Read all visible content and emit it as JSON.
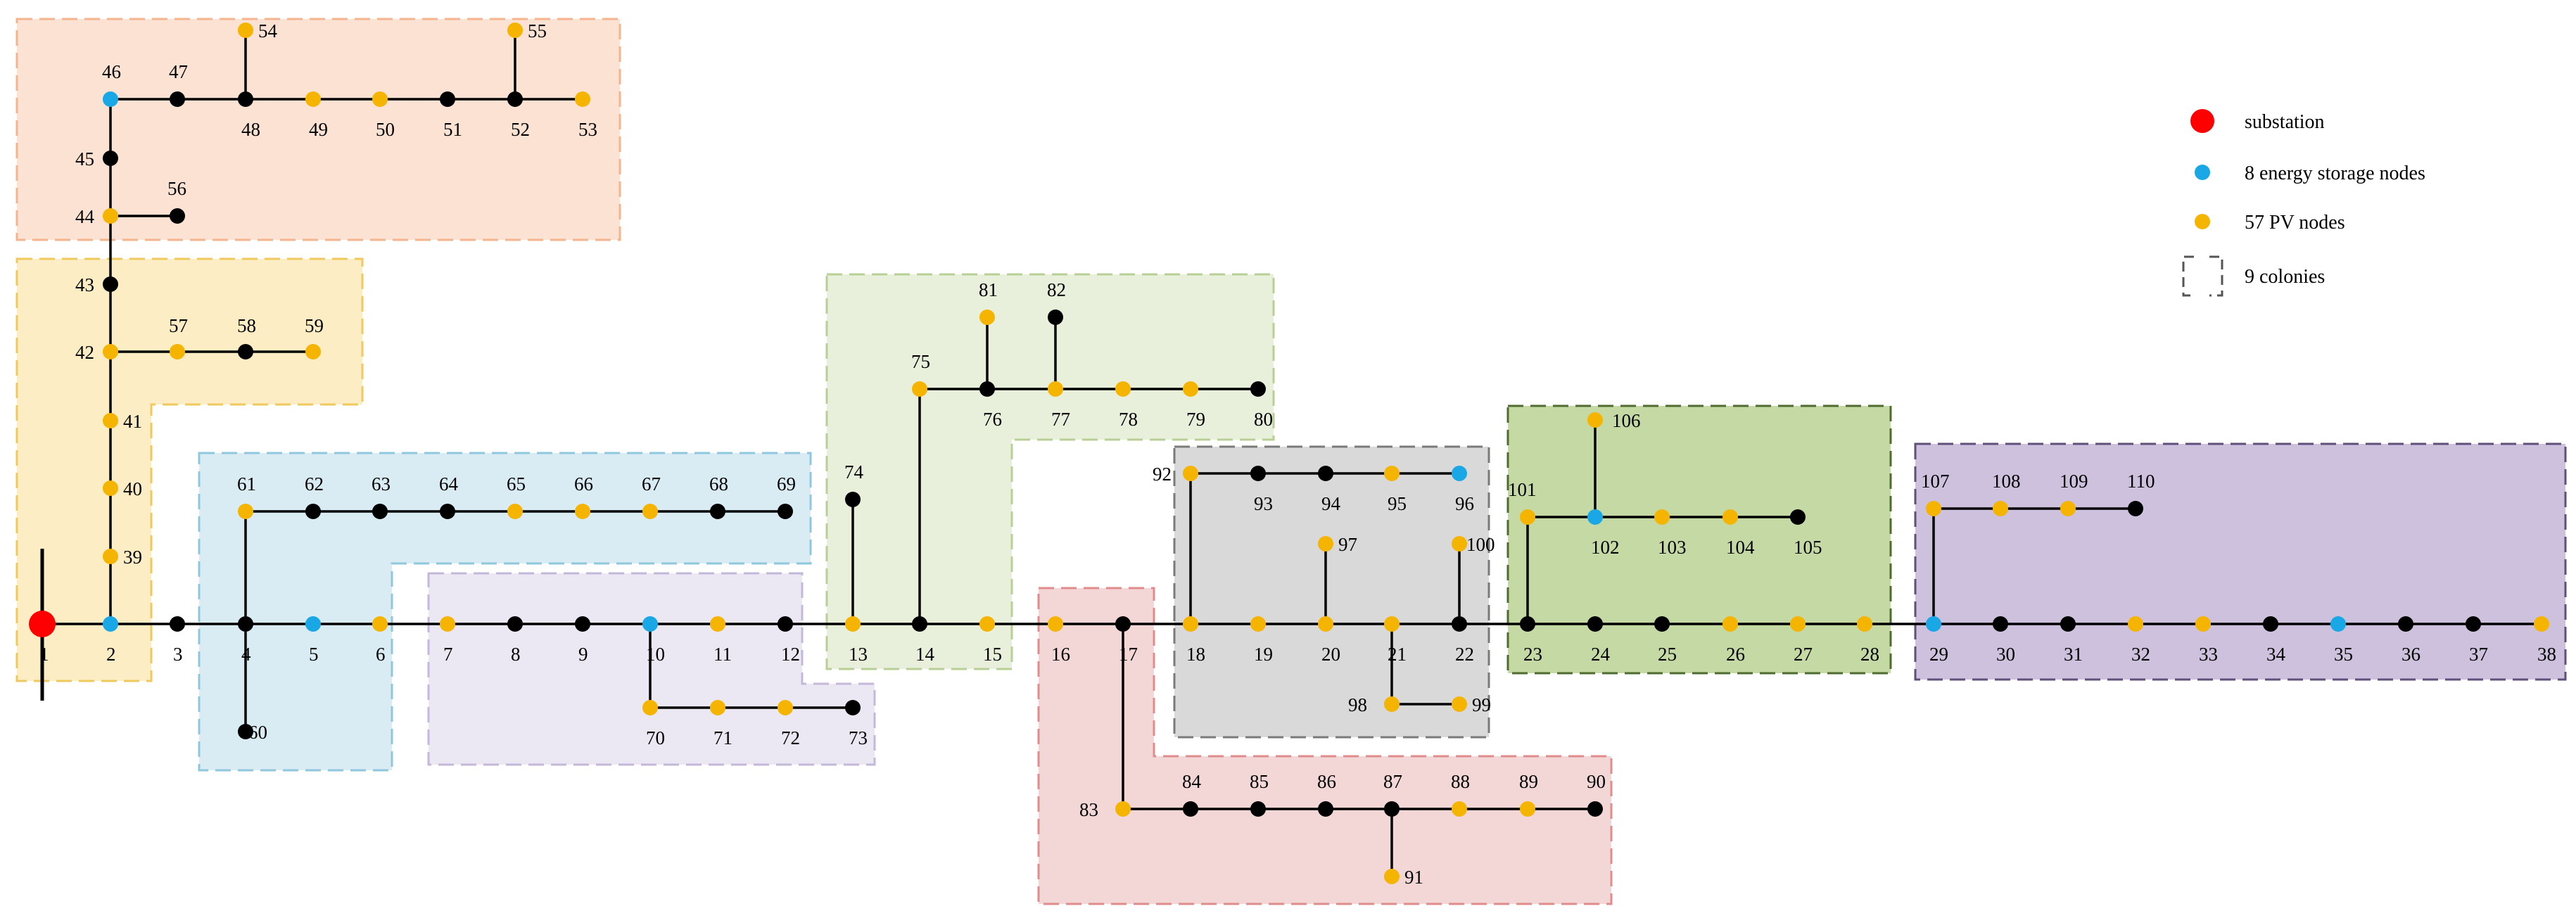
{
  "colors": {
    "substation": "#ff0000",
    "storage": "#1aa7e6",
    "pv": "#f5b400",
    "normal": "#000000",
    "line": "#000000"
  },
  "legend": {
    "substation": "substation",
    "storage": "8 energy storage nodes",
    "pv": "57 PV nodes",
    "colony": "9 colonies"
  },
  "colonies": [
    {
      "id": "colony-1",
      "fill": "#fbe2d2",
      "stroke": "#f3b48e"
    },
    {
      "id": "colony-2",
      "fill": "#fdedc4",
      "stroke": "#f0c95c"
    },
    {
      "id": "colony-3",
      "fill": "#d9ecf4",
      "stroke": "#8fc7de"
    },
    {
      "id": "colony-4",
      "fill": "#ebe7f3",
      "stroke": "#c4b8da"
    },
    {
      "id": "colony-5",
      "fill": "#e8f0dc",
      "stroke": "#b8cf95"
    },
    {
      "id": "colony-6",
      "fill": "#f3d7d7",
      "stroke": "#e08c8c"
    },
    {
      "id": "colony-7",
      "fill": "#d9d9d9",
      "stroke": "#7a7a7a"
    },
    {
      "id": "colony-8",
      "fill": "#c5d9a4",
      "stroke": "#4f6b30"
    },
    {
      "id": "colony-9",
      "fill": "#cdc1dd",
      "stroke": "#5f4f7a"
    }
  ],
  "nodes": [
    {
      "id": "1",
      "type": "substation"
    },
    {
      "id": "2",
      "type": "storage"
    },
    {
      "id": "3",
      "type": "normal"
    },
    {
      "id": "4",
      "type": "normal"
    },
    {
      "id": "5",
      "type": "storage"
    },
    {
      "id": "6",
      "type": "pv"
    },
    {
      "id": "7",
      "type": "pv"
    },
    {
      "id": "8",
      "type": "normal"
    },
    {
      "id": "9",
      "type": "normal"
    },
    {
      "id": "10",
      "type": "storage"
    },
    {
      "id": "11",
      "type": "pv"
    },
    {
      "id": "12",
      "type": "normal"
    },
    {
      "id": "13",
      "type": "pv"
    },
    {
      "id": "14",
      "type": "normal"
    },
    {
      "id": "15",
      "type": "pv"
    },
    {
      "id": "16",
      "type": "pv"
    },
    {
      "id": "17",
      "type": "normal"
    },
    {
      "id": "18",
      "type": "pv"
    },
    {
      "id": "19",
      "type": "pv"
    },
    {
      "id": "20",
      "type": "pv"
    },
    {
      "id": "21",
      "type": "pv"
    },
    {
      "id": "22",
      "type": "normal"
    },
    {
      "id": "23",
      "type": "normal"
    },
    {
      "id": "24",
      "type": "normal"
    },
    {
      "id": "25",
      "type": "normal"
    },
    {
      "id": "26",
      "type": "pv"
    },
    {
      "id": "27",
      "type": "pv"
    },
    {
      "id": "28",
      "type": "pv"
    },
    {
      "id": "29",
      "type": "storage"
    },
    {
      "id": "30",
      "type": "normal"
    },
    {
      "id": "31",
      "type": "normal"
    },
    {
      "id": "32",
      "type": "pv"
    },
    {
      "id": "33",
      "type": "pv"
    },
    {
      "id": "34",
      "type": "normal"
    },
    {
      "id": "35",
      "type": "storage"
    },
    {
      "id": "36",
      "type": "normal"
    },
    {
      "id": "37",
      "type": "normal"
    },
    {
      "id": "38",
      "type": "pv"
    },
    {
      "id": "39",
      "type": "pv"
    },
    {
      "id": "40",
      "type": "pv"
    },
    {
      "id": "41",
      "type": "pv"
    },
    {
      "id": "42",
      "type": "pv"
    },
    {
      "id": "43",
      "type": "normal"
    },
    {
      "id": "44",
      "type": "pv"
    },
    {
      "id": "45",
      "type": "normal"
    },
    {
      "id": "46",
      "type": "storage"
    },
    {
      "id": "47",
      "type": "normal"
    },
    {
      "id": "48",
      "type": "normal"
    },
    {
      "id": "49",
      "type": "pv"
    },
    {
      "id": "50",
      "type": "pv"
    },
    {
      "id": "51",
      "type": "normal"
    },
    {
      "id": "52",
      "type": "normal"
    },
    {
      "id": "53",
      "type": "pv"
    },
    {
      "id": "54",
      "type": "pv"
    },
    {
      "id": "55",
      "type": "pv"
    },
    {
      "id": "56",
      "type": "normal"
    },
    {
      "id": "57",
      "type": "pv"
    },
    {
      "id": "58",
      "type": "normal"
    },
    {
      "id": "59",
      "type": "pv"
    },
    {
      "id": "60",
      "type": "normal"
    },
    {
      "id": "61",
      "type": "pv"
    },
    {
      "id": "62",
      "type": "normal"
    },
    {
      "id": "63",
      "type": "normal"
    },
    {
      "id": "64",
      "type": "normal"
    },
    {
      "id": "65",
      "type": "pv"
    },
    {
      "id": "66",
      "type": "pv"
    },
    {
      "id": "67",
      "type": "pv"
    },
    {
      "id": "68",
      "type": "normal"
    },
    {
      "id": "69",
      "type": "normal"
    },
    {
      "id": "70",
      "type": "pv"
    },
    {
      "id": "71",
      "type": "pv"
    },
    {
      "id": "72",
      "type": "pv"
    },
    {
      "id": "73",
      "type": "normal"
    },
    {
      "id": "74",
      "type": "normal"
    },
    {
      "id": "75",
      "type": "pv"
    },
    {
      "id": "76",
      "type": "normal"
    },
    {
      "id": "77",
      "type": "pv"
    },
    {
      "id": "78",
      "type": "pv"
    },
    {
      "id": "79",
      "type": "pv"
    },
    {
      "id": "80",
      "type": "normal"
    },
    {
      "id": "81",
      "type": "pv"
    },
    {
      "id": "82",
      "type": "normal"
    },
    {
      "id": "83",
      "type": "pv"
    },
    {
      "id": "84",
      "type": "normal"
    },
    {
      "id": "85",
      "type": "normal"
    },
    {
      "id": "86",
      "type": "normal"
    },
    {
      "id": "87",
      "type": "normal"
    },
    {
      "id": "88",
      "type": "pv"
    },
    {
      "id": "89",
      "type": "pv"
    },
    {
      "id": "90",
      "type": "normal"
    },
    {
      "id": "91",
      "type": "pv"
    },
    {
      "id": "92",
      "type": "pv"
    },
    {
      "id": "93",
      "type": "normal"
    },
    {
      "id": "94",
      "type": "normal"
    },
    {
      "id": "95",
      "type": "pv"
    },
    {
      "id": "96",
      "type": "storage"
    },
    {
      "id": "97",
      "type": "pv"
    },
    {
      "id": "98",
      "type": "pv"
    },
    {
      "id": "99",
      "type": "pv"
    },
    {
      "id": "100",
      "type": "pv"
    },
    {
      "id": "101",
      "type": "pv"
    },
    {
      "id": "102",
      "type": "storage"
    },
    {
      "id": "103",
      "type": "pv"
    },
    {
      "id": "104",
      "type": "pv"
    },
    {
      "id": "105",
      "type": "normal"
    },
    {
      "id": "106",
      "type": "pv"
    },
    {
      "id": "107",
      "type": "pv"
    },
    {
      "id": "108",
      "type": "pv"
    },
    {
      "id": "109",
      "type": "pv"
    },
    {
      "id": "110",
      "type": "normal"
    }
  ],
  "edges": [
    [
      "1",
      "2"
    ],
    [
      "2",
      "3"
    ],
    [
      "3",
      "4"
    ],
    [
      "4",
      "5"
    ],
    [
      "5",
      "6"
    ],
    [
      "6",
      "7"
    ],
    [
      "7",
      "8"
    ],
    [
      "8",
      "9"
    ],
    [
      "9",
      "10"
    ],
    [
      "10",
      "11"
    ],
    [
      "11",
      "12"
    ],
    [
      "12",
      "13"
    ],
    [
      "13",
      "14"
    ],
    [
      "14",
      "15"
    ],
    [
      "15",
      "16"
    ],
    [
      "16",
      "17"
    ],
    [
      "17",
      "18"
    ],
    [
      "18",
      "19"
    ],
    [
      "19",
      "20"
    ],
    [
      "20",
      "21"
    ],
    [
      "21",
      "22"
    ],
    [
      "22",
      "23"
    ],
    [
      "23",
      "24"
    ],
    [
      "24",
      "25"
    ],
    [
      "25",
      "26"
    ],
    [
      "26",
      "27"
    ],
    [
      "27",
      "28"
    ],
    [
      "28",
      "29"
    ],
    [
      "29",
      "30"
    ],
    [
      "30",
      "31"
    ],
    [
      "31",
      "32"
    ],
    [
      "32",
      "33"
    ],
    [
      "33",
      "34"
    ],
    [
      "34",
      "35"
    ],
    [
      "35",
      "36"
    ],
    [
      "36",
      "37"
    ],
    [
      "37",
      "38"
    ],
    [
      "2",
      "39"
    ],
    [
      "39",
      "40"
    ],
    [
      "40",
      "41"
    ],
    [
      "41",
      "42"
    ],
    [
      "42",
      "43"
    ],
    [
      "43",
      "44"
    ],
    [
      "44",
      "45"
    ],
    [
      "45",
      "46"
    ],
    [
      "46",
      "47"
    ],
    [
      "47",
      "48"
    ],
    [
      "48",
      "49"
    ],
    [
      "49",
      "50"
    ],
    [
      "50",
      "51"
    ],
    [
      "51",
      "52"
    ],
    [
      "52",
      "53"
    ],
    [
      "48",
      "54"
    ],
    [
      "52",
      "55"
    ],
    [
      "44",
      "56"
    ],
    [
      "42",
      "57"
    ],
    [
      "57",
      "58"
    ],
    [
      "58",
      "59"
    ],
    [
      "4",
      "60"
    ],
    [
      "4",
      "61"
    ],
    [
      "61",
      "62"
    ],
    [
      "62",
      "63"
    ],
    [
      "63",
      "64"
    ],
    [
      "64",
      "65"
    ],
    [
      "65",
      "66"
    ],
    [
      "66",
      "67"
    ],
    [
      "67",
      "68"
    ],
    [
      "68",
      "69"
    ],
    [
      "10",
      "70"
    ],
    [
      "70",
      "71"
    ],
    [
      "71",
      "72"
    ],
    [
      "72",
      "73"
    ],
    [
      "13",
      "74"
    ],
    [
      "14",
      "75"
    ],
    [
      "75",
      "76"
    ],
    [
      "76",
      "77"
    ],
    [
      "77",
      "78"
    ],
    [
      "78",
      "79"
    ],
    [
      "79",
      "80"
    ],
    [
      "76",
      "81"
    ],
    [
      "77",
      "82"
    ],
    [
      "17",
      "83"
    ],
    [
      "83",
      "84"
    ],
    [
      "84",
      "85"
    ],
    [
      "85",
      "86"
    ],
    [
      "86",
      "87"
    ],
    [
      "87",
      "88"
    ],
    [
      "88",
      "89"
    ],
    [
      "89",
      "90"
    ],
    [
      "87",
      "91"
    ],
    [
      "18",
      "92"
    ],
    [
      "92",
      "93"
    ],
    [
      "93",
      "94"
    ],
    [
      "94",
      "95"
    ],
    [
      "95",
      "96"
    ],
    [
      "20",
      "97"
    ],
    [
      "21",
      "98"
    ],
    [
      "98",
      "99"
    ],
    [
      "22",
      "100"
    ],
    [
      "23",
      "101"
    ],
    [
      "101",
      "102"
    ],
    [
      "102",
      "103"
    ],
    [
      "103",
      "104"
    ],
    [
      "104",
      "105"
    ],
    [
      "102",
      "106"
    ],
    [
      "29",
      "107"
    ],
    [
      "107",
      "108"
    ],
    [
      "108",
      "109"
    ],
    [
      "109",
      "110"
    ]
  ]
}
